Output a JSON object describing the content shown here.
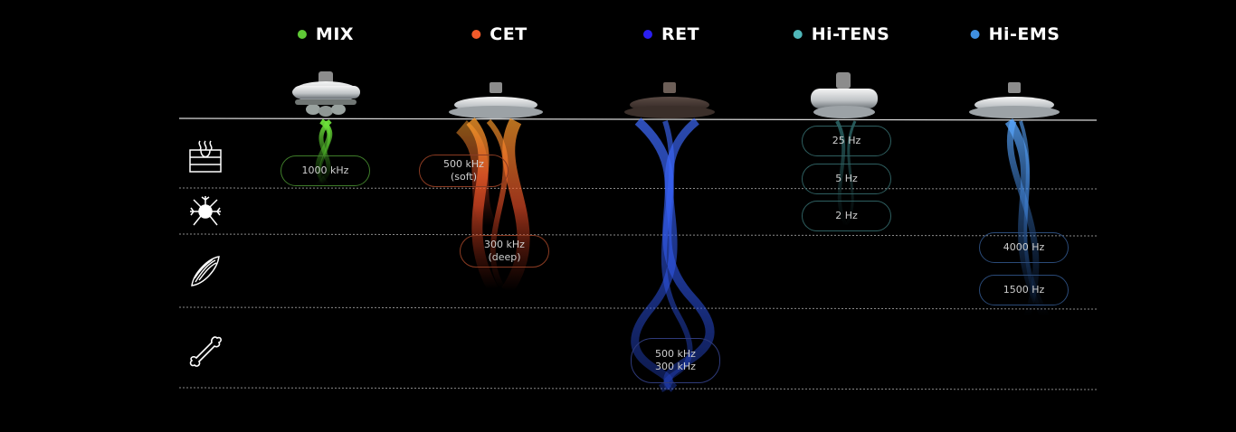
{
  "modes": [
    {
      "id": "mix",
      "name": "MIX",
      "color": "#5fc936"
    },
    {
      "id": "cet",
      "name": "CET",
      "color": "#f25a2a"
    },
    {
      "id": "ret",
      "name": "RET",
      "color": "#2a1ef2"
    },
    {
      "id": "hitens",
      "name": "Hi-TENS",
      "color": "#4fb7b9"
    },
    {
      "id": "hiems",
      "name": "Hi-EMS",
      "color": "#3f8fe0"
    }
  ],
  "tissue_layers": [
    {
      "id": "skin",
      "icon": "skin-layers-icon"
    },
    {
      "id": "nerve",
      "icon": "neuron-icon"
    },
    {
      "id": "muscle",
      "icon": "muscle-icon"
    },
    {
      "id": "bone",
      "icon": "bone-icon"
    }
  ],
  "frequencies": {
    "mix": {
      "line1": "1000 kHz"
    },
    "cet_soft": {
      "line1": "500 kHz",
      "line2": "(soft)"
    },
    "cet_deep": {
      "line1": "300 kHz",
      "line2": "(deep)"
    },
    "ret": {
      "line1": "500 kHz",
      "line2": "300 kHz"
    },
    "hitens_25": {
      "line1": "25 Hz"
    },
    "hitens_5": {
      "line1": "5 Hz"
    },
    "hitens_2": {
      "line1": "2 Hz"
    },
    "hiems_4000": {
      "line1": "4000 Hz"
    },
    "hiems_1500": {
      "line1": "1500 Hz"
    }
  }
}
